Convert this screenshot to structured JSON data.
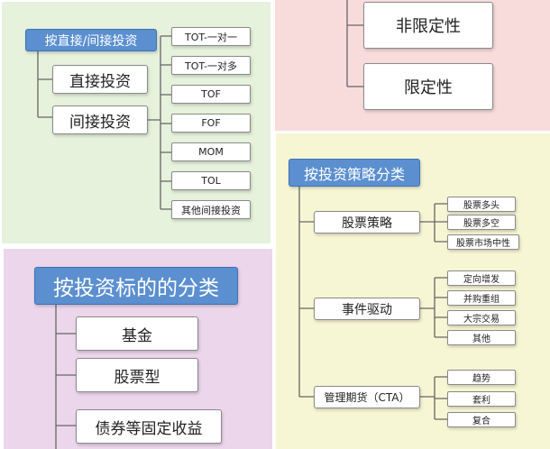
{
  "direct_indirect": {
    "title": "按直接/间接投资",
    "direct": "直接投资",
    "indirect": "间接投资",
    "children": [
      "TOT-一对一",
      "TOT-一对多",
      "TOF",
      "FOF",
      "MOM",
      "TOL",
      "其他间接投资"
    ]
  },
  "limitation": {
    "items": [
      "非限定性",
      "限定性"
    ]
  },
  "by_target": {
    "title": "按投资标的的分类",
    "items": [
      "基金",
      "股票型",
      "债券等固定收益"
    ]
  },
  "by_strategy": {
    "title": "按投资策略分类",
    "groups": [
      {
        "label": "股票策略",
        "children": [
          "股票多头",
          "股票多空",
          "股票市场中性"
        ]
      },
      {
        "label": "事件驱动",
        "children": [
          "定向增发",
          "并购重组",
          "大宗交易",
          "其他"
        ]
      },
      {
        "label": "管理期货（CTA）",
        "children": [
          "趋势",
          "套利",
          "复合"
        ]
      }
    ]
  },
  "colors": {
    "panel_green": "#e6f2dc",
    "panel_pink": "#f8dcdc",
    "panel_purple": "#ecd6ec",
    "panel_yellow": "#f7f6d4",
    "title_blue": "#5b8fd0"
  }
}
